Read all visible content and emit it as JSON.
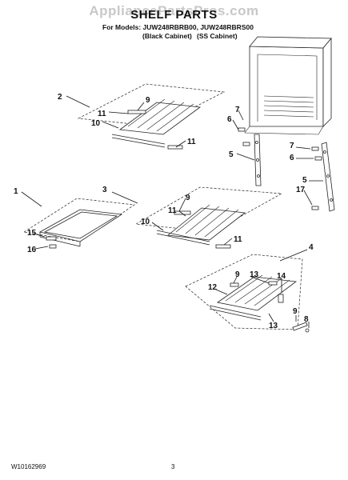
{
  "watermark": "AppliancePartsPros.com",
  "title": "SHELF PARTS",
  "models_line": "For Models: JUW248RBRB00, JUW248RBRS00",
  "cabinet_black": "(Black Cabinet)",
  "cabinet_ss": "(SS Cabinet)",
  "doc_number": "W10162969",
  "page_number": "3",
  "callouts": {
    "shelf2": "2",
    "s2_11a": "11",
    "s2_9": "9",
    "s2_10": "10",
    "s2_11b": "11",
    "c6a": "6",
    "c7a": "7",
    "c5a": "5",
    "c7b": "7",
    "c6b": "6",
    "c5b": "5",
    "c17": "17",
    "shelf1": "1",
    "c15": "15",
    "c16": "16",
    "shelf3": "3",
    "s3_9": "9",
    "s3_11a": "11",
    "s3_10": "10",
    "s3_11b": "11",
    "shelf4": "4",
    "s4_9": "9",
    "s4_13a": "13",
    "s4_14": "14",
    "s4_12": "12",
    "s4_13b": "13",
    "c9": "9",
    "c8": "8"
  }
}
